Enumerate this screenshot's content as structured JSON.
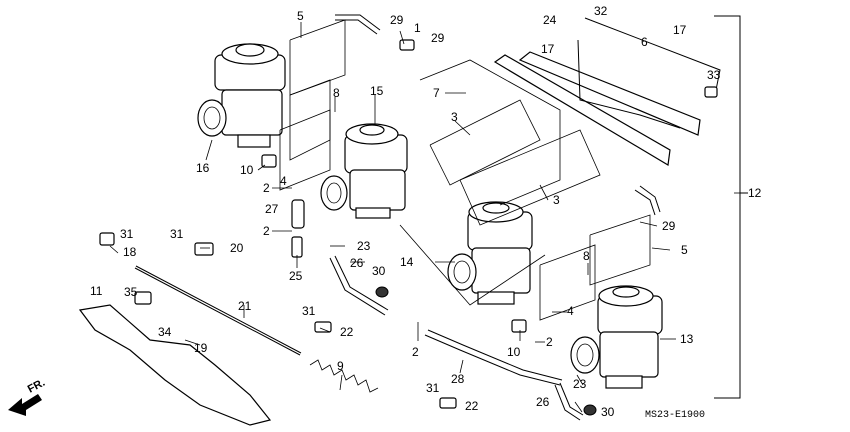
{
  "diagram": {
    "catalog_code": "MS23-E1900",
    "direction_label": "FR.",
    "callouts": [
      {
        "id": "c5a",
        "label": "5"
      },
      {
        "id": "c29a",
        "label": "29"
      },
      {
        "id": "c1",
        "label": "1"
      },
      {
        "id": "c29b",
        "label": "29"
      },
      {
        "id": "c24",
        "label": "24"
      },
      {
        "id": "c32",
        "label": "32"
      },
      {
        "id": "c17a",
        "label": "17"
      },
      {
        "id": "c17b",
        "label": "17"
      },
      {
        "id": "c6",
        "label": "6"
      },
      {
        "id": "c33",
        "label": "33"
      },
      {
        "id": "c8a",
        "label": "8"
      },
      {
        "id": "c15",
        "label": "15"
      },
      {
        "id": "c7",
        "label": "7"
      },
      {
        "id": "c3a",
        "label": "3"
      },
      {
        "id": "c16",
        "label": "16"
      },
      {
        "id": "c10a",
        "label": "10"
      },
      {
        "id": "c4a",
        "label": "4"
      },
      {
        "id": "c2a",
        "label": "2"
      },
      {
        "id": "c27",
        "label": "27"
      },
      {
        "id": "c2b",
        "label": "2"
      },
      {
        "id": "c23a",
        "label": "23"
      },
      {
        "id": "c3b",
        "label": "3"
      },
      {
        "id": "c12",
        "label": "12"
      },
      {
        "id": "c31a",
        "label": "31"
      },
      {
        "id": "c31b",
        "label": "31"
      },
      {
        "id": "c18",
        "label": "18"
      },
      {
        "id": "c20",
        "label": "20"
      },
      {
        "id": "c25",
        "label": "25"
      },
      {
        "id": "c26a",
        "label": "26"
      },
      {
        "id": "c14",
        "label": "14"
      },
      {
        "id": "c29c",
        "label": "29"
      },
      {
        "id": "c5b",
        "label": "5"
      },
      {
        "id": "c8b",
        "label": "8"
      },
      {
        "id": "c30a",
        "label": "30"
      },
      {
        "id": "c11",
        "label": "11"
      },
      {
        "id": "c35",
        "label": "35"
      },
      {
        "id": "c34",
        "label": "34"
      },
      {
        "id": "c21",
        "label": "21"
      },
      {
        "id": "c31c",
        "label": "31"
      },
      {
        "id": "c22a",
        "label": "22"
      },
      {
        "id": "c4b",
        "label": "4"
      },
      {
        "id": "c13",
        "label": "13"
      },
      {
        "id": "c2c",
        "label": "2"
      },
      {
        "id": "c10b",
        "label": "10"
      },
      {
        "id": "c2d",
        "label": "2"
      },
      {
        "id": "c19",
        "label": "19"
      },
      {
        "id": "c9",
        "label": "9"
      },
      {
        "id": "c28",
        "label": "28"
      },
      {
        "id": "c23b",
        "label": "23"
      },
      {
        "id": "c31d",
        "label": "31"
      },
      {
        "id": "c22b",
        "label": "22"
      },
      {
        "id": "c26b",
        "label": "26"
      },
      {
        "id": "c30b",
        "label": "30"
      }
    ]
  }
}
